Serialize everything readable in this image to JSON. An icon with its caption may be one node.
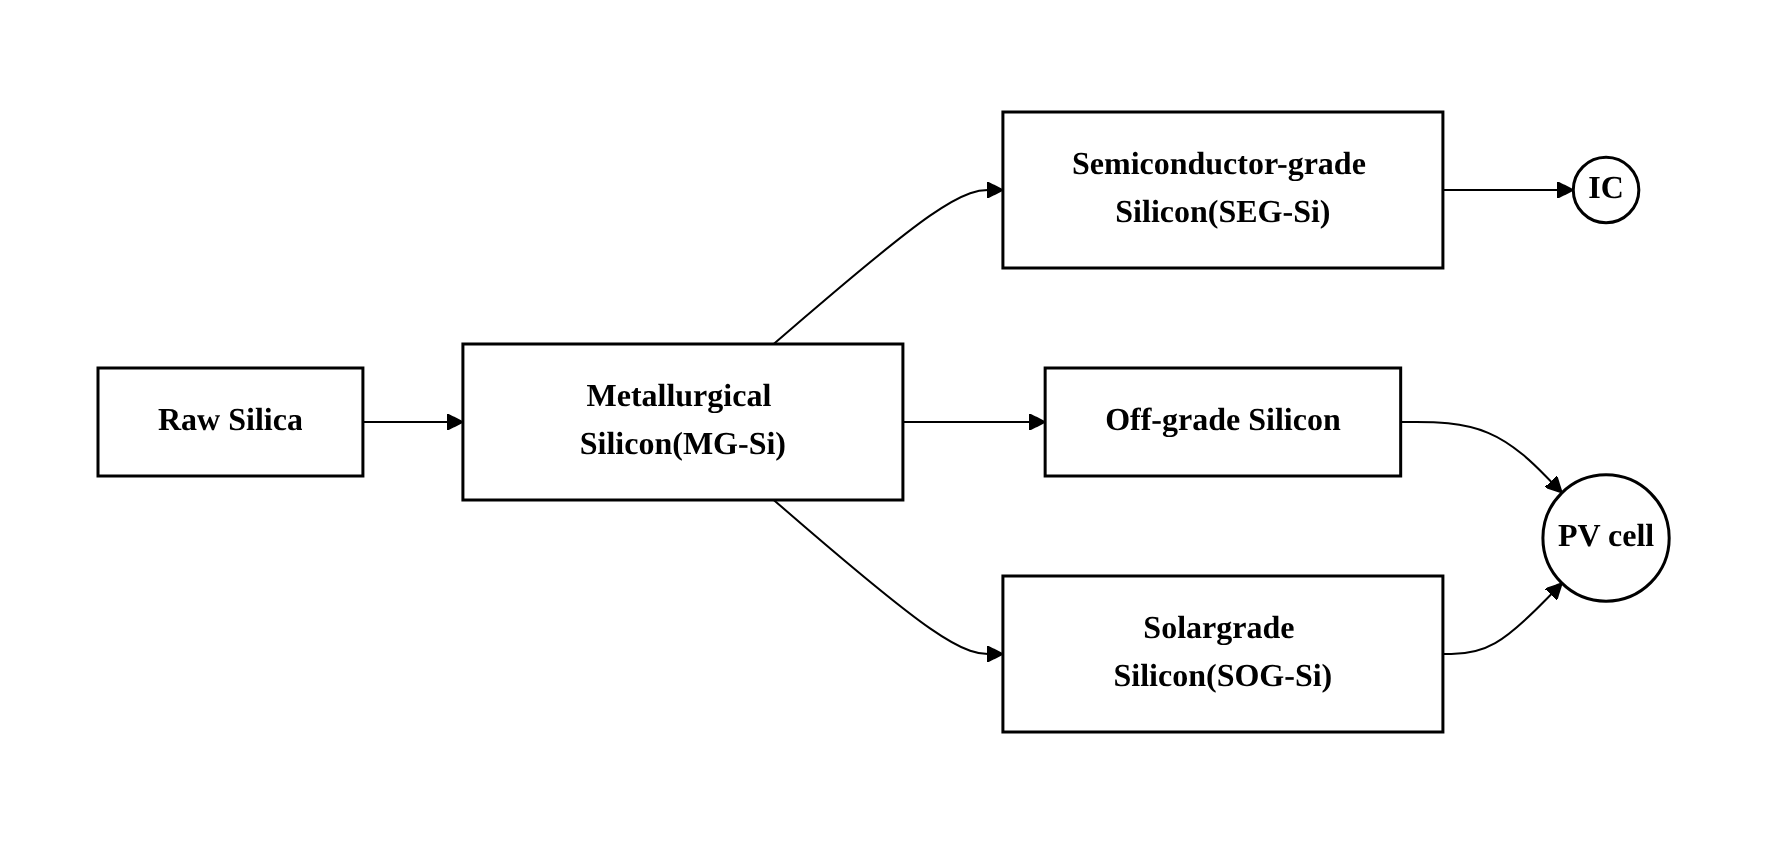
{
  "diagram": {
    "nodes": [
      {
        "text": [
          "Raw Silica"
        ]
      },
      {
        "text": [
          "Metallurgical Silicon(MG-Si)"
        ]
      },
      {
        "text": [
          "Semiconductor-grade Silicon(SEG-Si)"
        ]
      },
      {
        "text": [
          "IC"
        ]
      },
      {
        "text": [
          "Off-grade Silicon"
        ]
      },
      {
        "text": [
          "PV cell"
        ]
      },
      {
        "text": [
          "Solargrade Silicon(SOG-Si)"
        ]
      }
    ],
    "edges": [
      {
        "from": 0,
        "to": 1,
        "arrow": "to"
      },
      {
        "from": 1,
        "to": 2,
        "arrow": "to"
      },
      {
        "from": 2,
        "to": 3,
        "arrow": "to"
      },
      {
        "from": 1,
        "to": 4,
        "arrow": "to"
      },
      {
        "from": 4,
        "to": 5,
        "arrow": "to"
      },
      {
        "from": 1,
        "to": 6,
        "arrow": "to"
      },
      {
        "from": 6,
        "to": 5,
        "arrow": "to"
      }
    ]
  }
}
